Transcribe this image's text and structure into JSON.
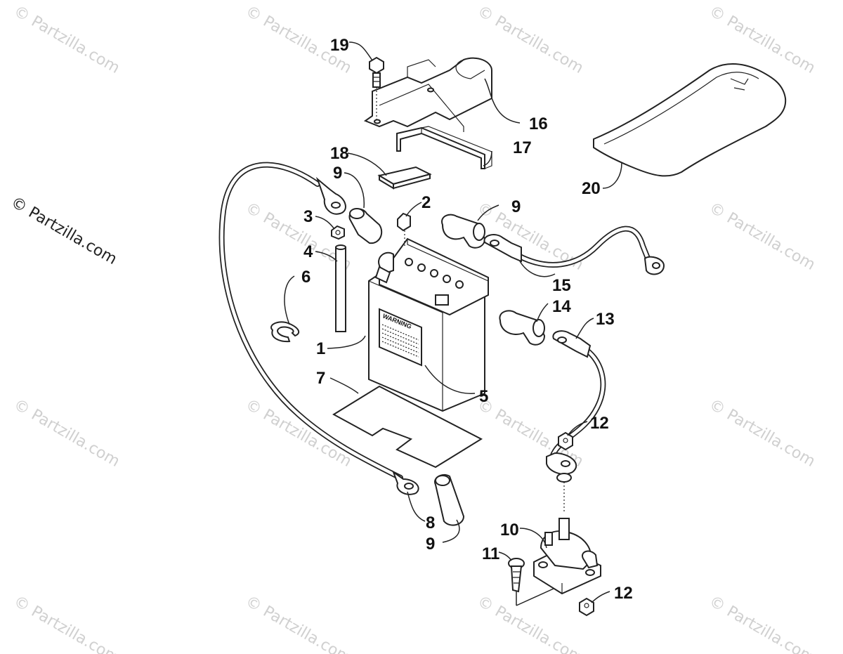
{
  "watermark": {
    "text": "© Partzilla.com",
    "side_text": "© Partzilla.com"
  },
  "battery_label": {
    "text": "WARNING"
  },
  "callouts": {
    "c1": "1",
    "c2": "2",
    "c3": "3",
    "c4": "4",
    "c5": "5",
    "c6": "6",
    "c7": "7",
    "c8": "8",
    "c9a": "9",
    "c9b": "9",
    "c9c": "9",
    "c10": "10",
    "c11": "11",
    "c12a": "12",
    "c12b": "12",
    "c13": "13",
    "c14": "14",
    "c15": "15",
    "c16": "16",
    "c17": "17",
    "c18": "18",
    "c19": "19",
    "c20": "20"
  }
}
